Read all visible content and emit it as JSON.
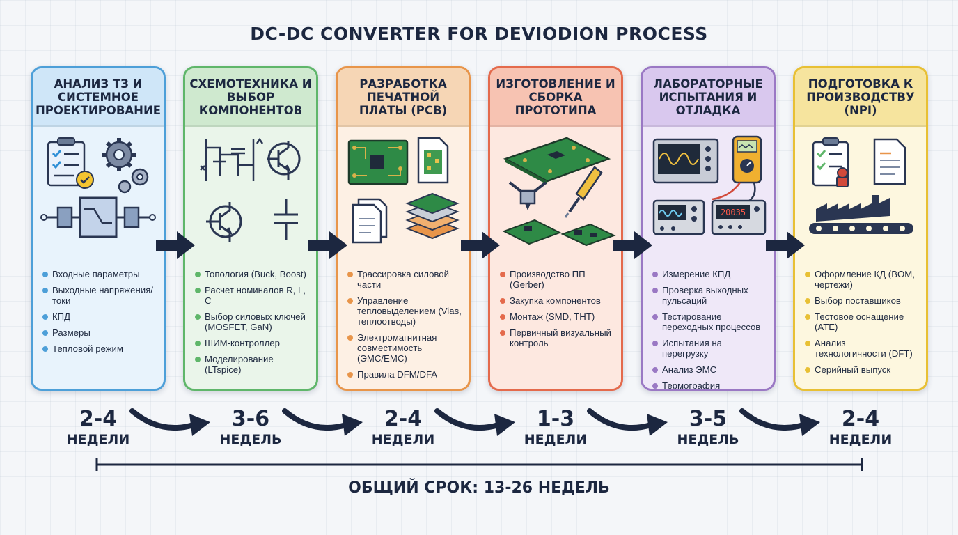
{
  "title": "DC-DC CONVERTER FOR DEVIODION PROCESS",
  "colors": {
    "navy": "#1c2740",
    "stage1": "#4d9fd8",
    "stage2": "#5fb66a",
    "stage3": "#e8954a",
    "stage4": "#e46a4c",
    "stage5": "#9a78c4",
    "stage6": "#e8c034"
  },
  "stages": [
    {
      "title": "АНАЛИЗ ТЗ И СИСТЕМНОЕ ПРОЕКТИРОВАНИЕ",
      "icons": [
        "checklist-icon",
        "gears-icon",
        "converter-block-icon"
      ],
      "items": [
        "Входные параметры",
        "Выходные напряжения/токи",
        "КПД",
        "Размеры",
        "Тепловой режим"
      ],
      "duration_value": "2-4",
      "duration_unit": "НЕДЕЛИ"
    },
    {
      "title": "СХЕМОТЕХНИКА И ВЫБОР КОМПОНЕНТОВ",
      "icons": [
        "schematic-icon",
        "transistor-icon",
        "capacitor-icon"
      ],
      "items": [
        "Топология (Buck, Boost)",
        "Расчет номиналов R, L, C",
        "Выбор силовых ключей (MOSFET, GaN)",
        "ШИМ-контроллер",
        "Моделирование (LTspice)"
      ],
      "duration_value": "3-6",
      "duration_unit": "НЕДЕЛЬ"
    },
    {
      "title": "РАЗРАБОТКА ПЕЧАТНОЙ ПЛАТЫ (PCB)",
      "icons": [
        "pcb-icon",
        "gerber-file-icon",
        "documents-icon",
        "pcb-layers-icon"
      ],
      "items": [
        "Трассировка силовой части",
        "Управление тепловыделением (Vias, теплоотводы)",
        "Электромагнитная совместимость (ЭМС/EMC)",
        "Правила DFM/DFA"
      ],
      "duration_value": "2-4",
      "duration_unit": "НЕДЕЛИ"
    },
    {
      "title": "ИЗГОТОВЛЕНИЕ И СБОРКА ПРОТОТИПА",
      "icons": [
        "circuit-board-icon",
        "pick-and-place-icon",
        "soldering-iron-icon"
      ],
      "items": [
        "Производство ПП (Gerber)",
        "Закупка компонентов",
        "Монтаж (SMD, THT)",
        "Первичный визуальный контроль"
      ],
      "duration_value": "1-3",
      "duration_unit": "НЕДЕЛИ"
    },
    {
      "title": "ЛАБОРАТОРНЫЕ ИСПЫТАНИЯ И ОТЛАДКА",
      "icons": [
        "oscilloscope-icon",
        "multimeter-icon",
        "signal-generator-icon",
        "power-supply-icon"
      ],
      "power_supply_display": "20035",
      "items": [
        "Измерение КПД",
        "Проверка выходных пульсаций",
        "Тестирование переходных процессов",
        "Испытания на перегрузку",
        "Анализ ЭМС",
        "Термография"
      ],
      "duration_value": "3-5",
      "duration_unit": "НЕДЕЛЬ"
    },
    {
      "title": "ПОДГОТОВКА К ПРОИЗВОДСТВУ (NPI)",
      "icons": [
        "approved-checklist-icon",
        "document-icon",
        "factory-conveyor-icon"
      ],
      "items": [
        "Оформление КД (BOM, чертежи)",
        "Выбор поставщиков",
        "Тестовое оснащение (ATE)",
        "Анализ технологичности (DFT)",
        "Серийный выпуск"
      ],
      "duration_value": "2-4",
      "duration_unit": "НЕДЕЛИ"
    }
  ],
  "total": "ОБЩИЙ СРОК: 13-26 НЕДЕЛЬ"
}
